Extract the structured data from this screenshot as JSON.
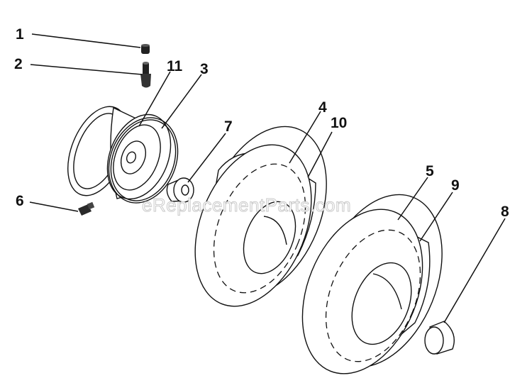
{
  "watermark": "eReplacementParts.com",
  "labels": {
    "p1": "1",
    "p2": "2",
    "p3": "3",
    "p4": "4",
    "p5": "5",
    "p6": "6",
    "p7": "7",
    "p8": "8",
    "p9": "9",
    "p10": "10",
    "p11": "11"
  },
  "colors": {
    "line": "#111111",
    "watermark_outline": "#c9c9c9",
    "background": "#ffffff"
  }
}
